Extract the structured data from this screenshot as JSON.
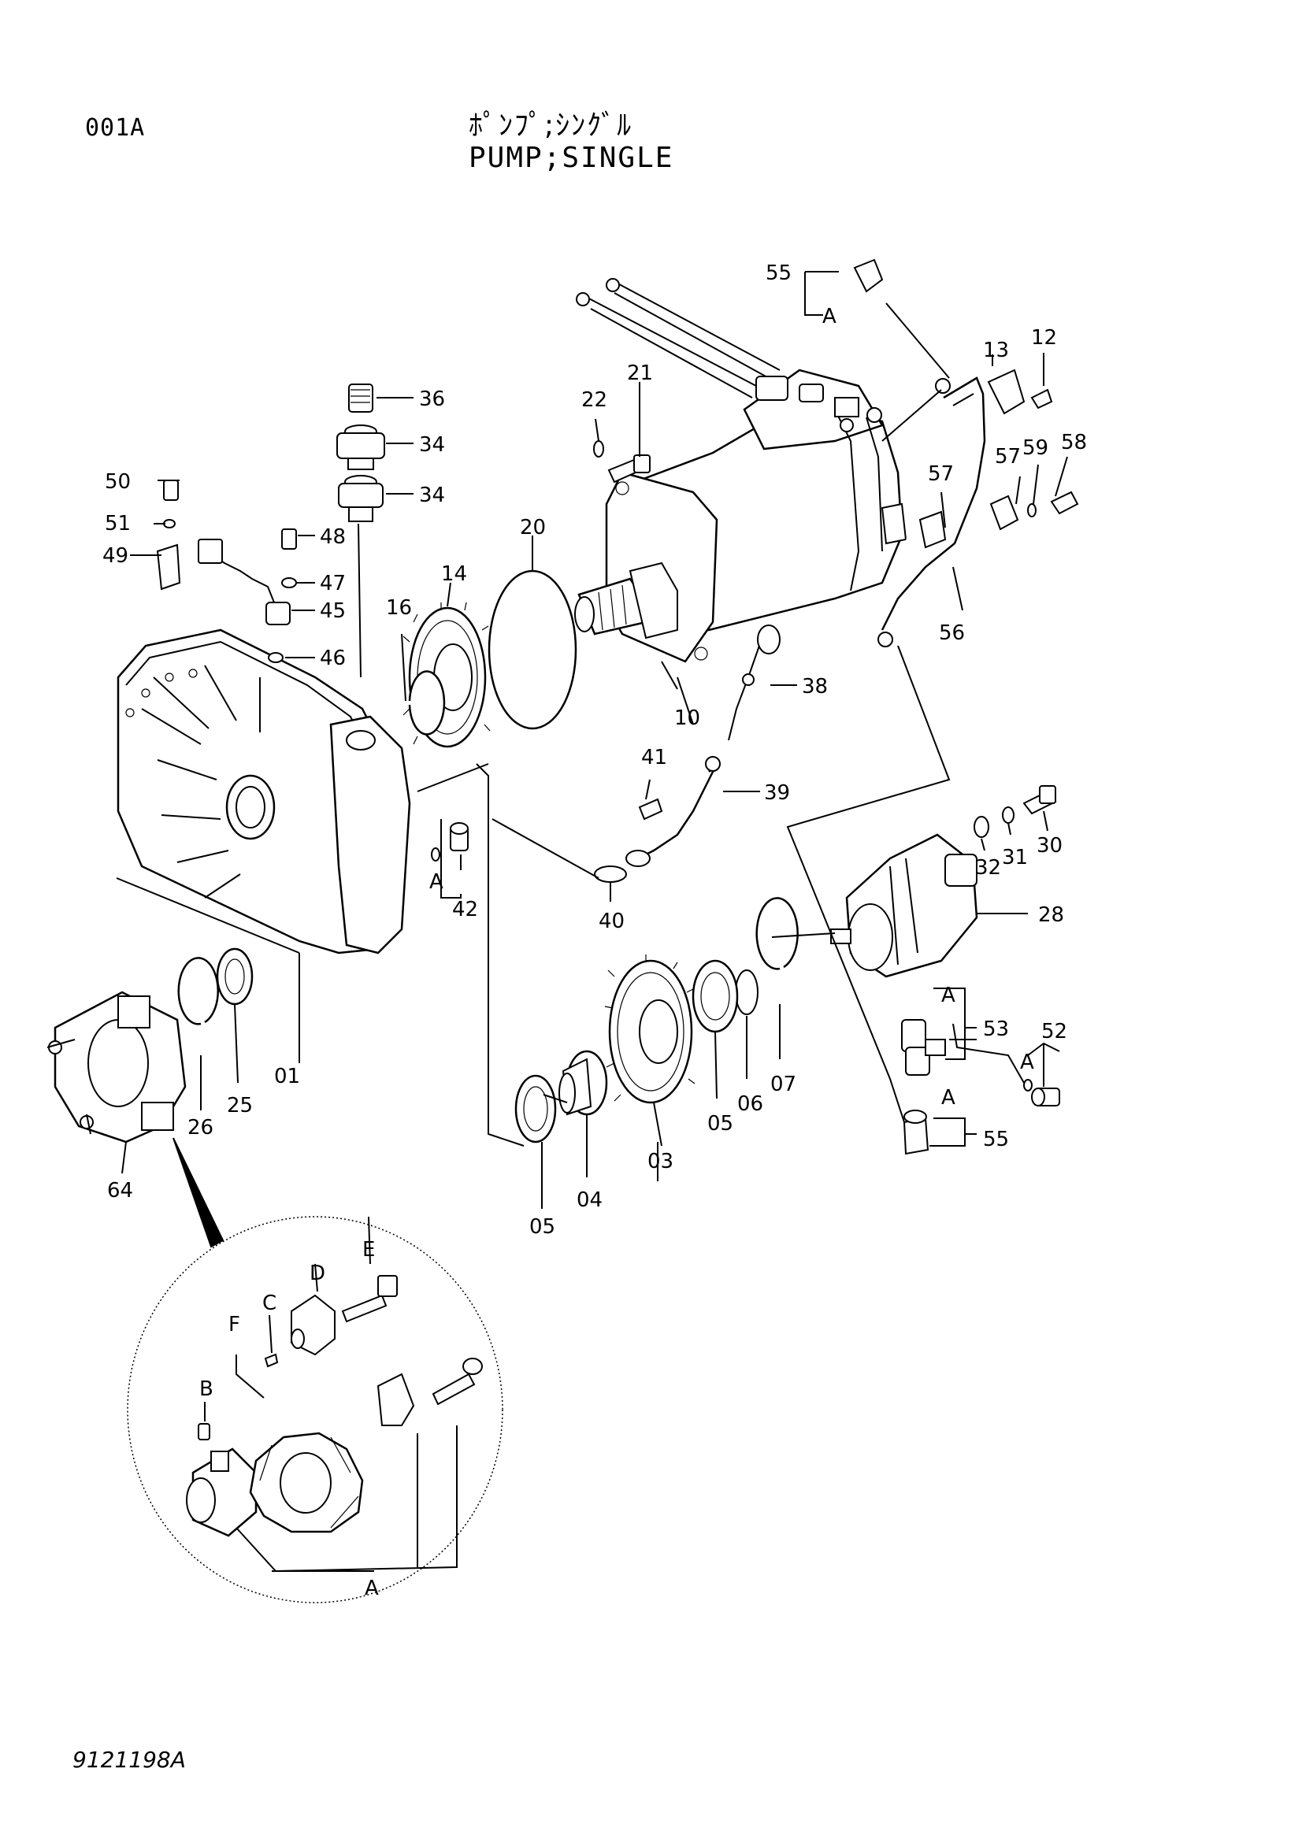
{
  "header": {
    "page_code": "001A",
    "title_jp": "ﾎﾟﾝﾌﾟ;ｼﾝｸﾞﾙ",
    "title_en": "PUMP;SINGLE"
  },
  "footer": {
    "doc_id": "9121198A"
  },
  "callouts": {
    "c55a": "55",
    "ca1": "A",
    "c13": "13",
    "c12": "12",
    "c21": "21",
    "c22": "22",
    "c36": "36",
    "c34a": "34",
    "c34b": "34",
    "c50": "50",
    "c51": "51",
    "c49": "49",
    "c48": "48",
    "c47": "47",
    "c45": "45",
    "c46": "46",
    "c20": "20",
    "c14": "14",
    "c16": "16",
    "c10": "10",
    "c38": "38",
    "c57a": "57",
    "c57b": "57",
    "c59": "59",
    "c58": "58",
    "c56": "56",
    "c41": "41",
    "c39": "39",
    "c40": "40",
    "c42": "42",
    "ca2": "A",
    "c32": "32",
    "c31": "31",
    "c30": "30",
    "c28": "28",
    "c01": "01",
    "c25": "25",
    "c26": "26",
    "c64": "64",
    "c07": "07",
    "c06": "06",
    "c05a": "05",
    "c03": "03",
    "c04": "04",
    "c05b": "05",
    "c53": "53",
    "ca3": "A",
    "c52": "52",
    "ca4": "A",
    "c55b": "55",
    "ca5": "A",
    "dE": "E",
    "dD": "D",
    "dC": "C",
    "dF": "F",
    "dB": "B",
    "dA": "A"
  }
}
